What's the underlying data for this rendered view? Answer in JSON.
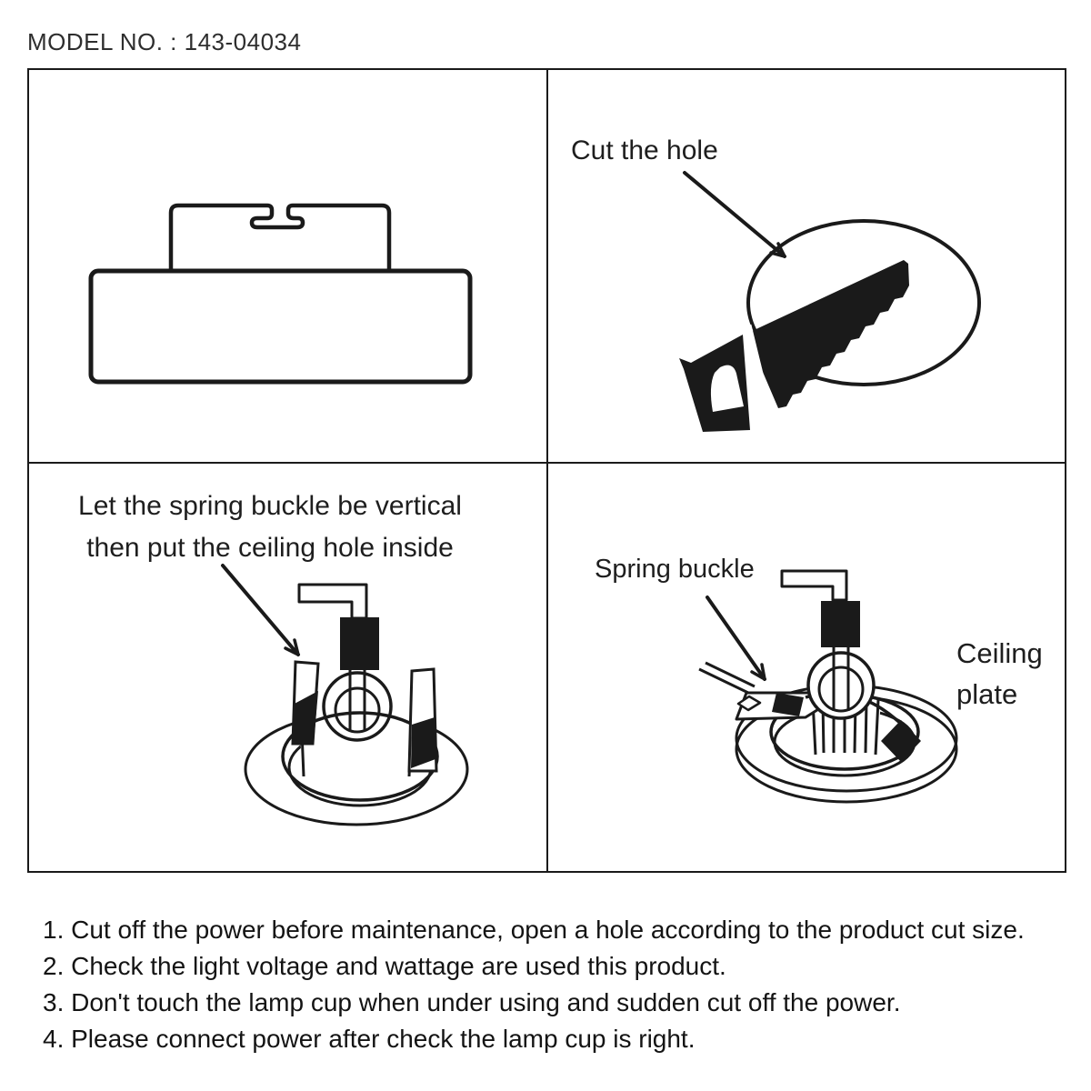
{
  "header": {
    "model_no": "MODEL NO. : 143-04034"
  },
  "panels": {
    "top_left": {
      "diagram": "downlight-side-view"
    },
    "top_right": {
      "label": "Cut the hole",
      "diagram": "handsaw-cutting-ceiling-hole"
    },
    "bottom_left": {
      "caption_line1": "Let the spring buckle be vertical",
      "caption_line2": "then put the ceiling hole inside",
      "diagram": "downlight-spring-buckles-vertical"
    },
    "bottom_right": {
      "label_spring_buckle": "Spring buckle",
      "label_ceiling_line1": "Ceiling",
      "label_ceiling_line2": "plate",
      "diagram": "downlight-seated-in-ceiling-plate"
    }
  },
  "instructions": [
    "1. Cut off the power before maintenance, open a hole according to the product cut size.",
    "2. Check the light voltage and wattage are used this product.",
    "3. Don't touch the lamp cup when under using and sudden cut off the power.",
    "4. Please connect power after check the lamp cup is right."
  ],
  "colors": {
    "ink": "#1a1a1a",
    "heading_ink": "#2e2e2e",
    "background": "#ffffff"
  }
}
